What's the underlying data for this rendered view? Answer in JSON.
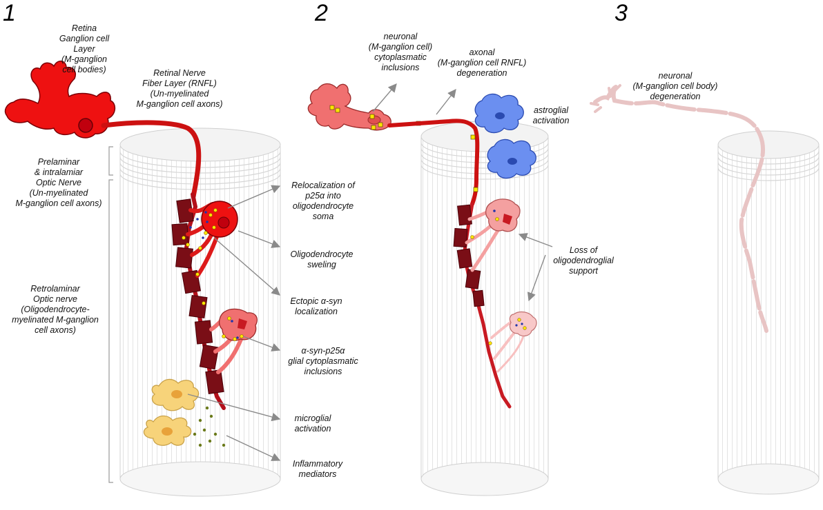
{
  "panels": [
    {
      "number": "1"
    },
    {
      "number": "2"
    },
    {
      "number": "3"
    }
  ],
  "labels": {
    "retina_gcl": "Retina\nGanglion cell\nLayer\n(M-ganglion\ncell bodies)",
    "rnfl": "Retinal Nerve\nFiber Layer (RNFL)\n(Un-myelinated\nM-ganglion cell axons)",
    "prelaminar": "Prelaminar\n& intralamiar\nOptic Nerve\n(Un-myelinated\nM-ganglion cell axons)",
    "retrolaminar": "Retrolaminar\nOptic nerve\n(Oligodendrocyte-\nmyelinated M-ganglion\ncell axons)",
    "relocalization": "Relocalization of\np25α into\noligodendrocyte\nsoma",
    "swelling": "Oligodendrocyte\nsweling",
    "ectopic": "Ectopic α-syn\nlocalization",
    "inclusions": "α-syn-p25α\nglial cytoplasmatic\ninclusions",
    "microglial": "microglial\nactivation",
    "inflammatory": "Inflammatory\nmediators",
    "neuronal_inclusions": "neuronal\n(M-ganglion cell)\ncytoplasmatic\ninclusions",
    "axonal_degeneration": "axonal\n(M-ganglion cell RNFL)\ndegeneration",
    "astroglial": "astroglial\nactivation",
    "loss_support": "Loss of\noligodendroglial\nsupport",
    "neuronal_degeneration": "neuronal\n(M-ganglion cell body)\ndegeneration"
  },
  "colors": {
    "neuron_red": "#ee1111",
    "dark_red": "#a8101a",
    "myelin_dark": "#7a0e16",
    "pale_red": "#f0a0a0",
    "faded": "#e8c4c4",
    "astro_blue": "#5b84e8",
    "microglia_yellow": "#f7d37a",
    "inclusion_yellow": "#ffe600",
    "inclusion_blue": "#2233aa",
    "cylinder_line": "#d4d4d4",
    "arrow_gray": "#8a8a8a"
  }
}
